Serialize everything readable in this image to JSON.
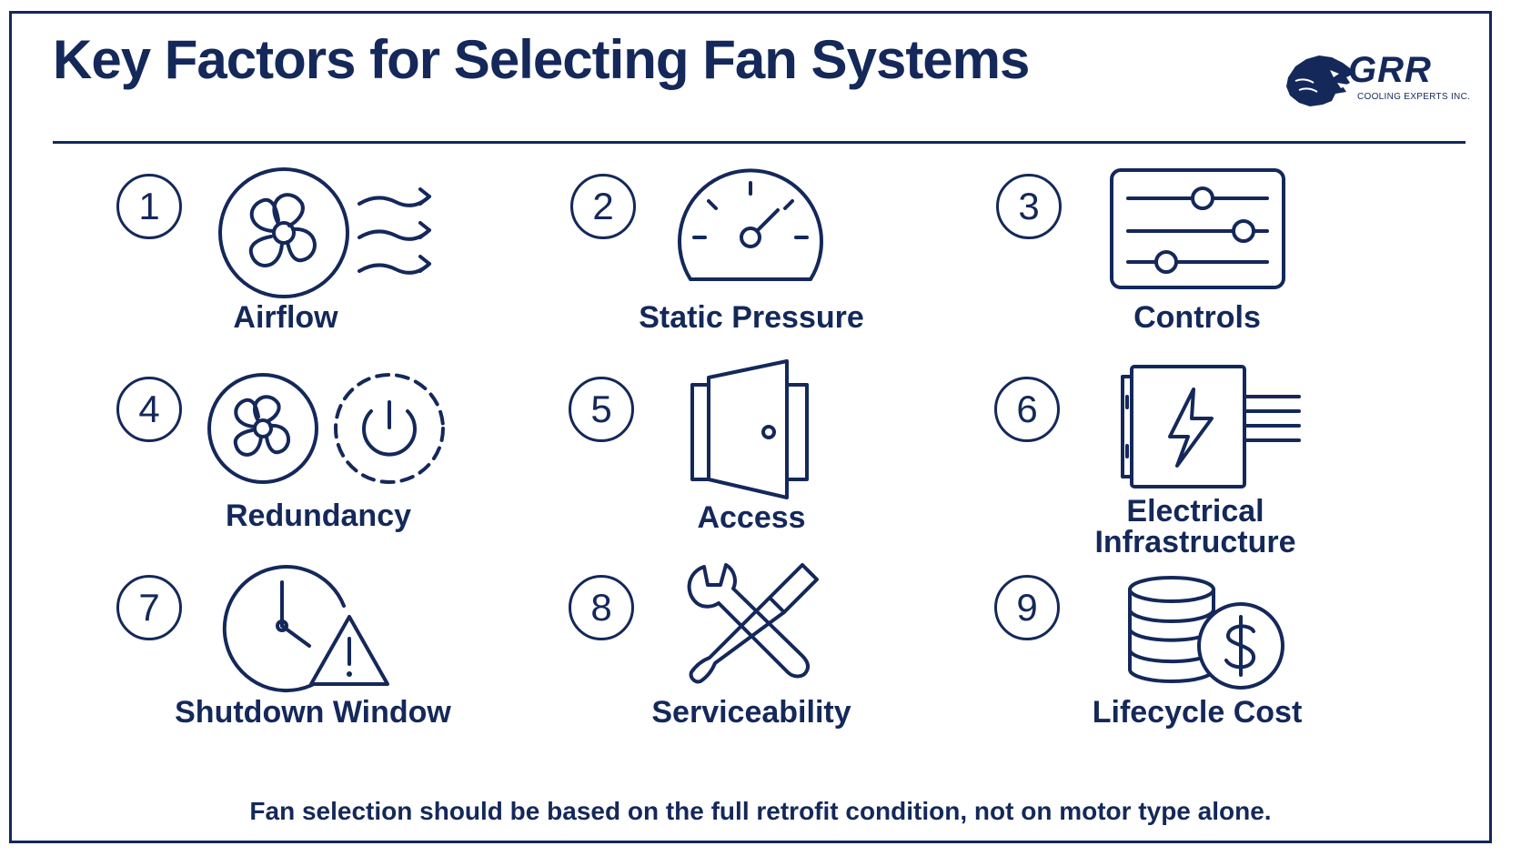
{
  "title": "Key Factors for Selecting Fan Systems",
  "logo": {
    "name": "GRR",
    "tagline": "COOLING EXPERTS INC."
  },
  "factors": [
    {
      "number": "1",
      "label": "Airflow",
      "icon": "fan-airflow-icon"
    },
    {
      "number": "2",
      "label": "Static Pressure",
      "icon": "gauge-icon"
    },
    {
      "number": "3",
      "label": "Controls",
      "icon": "sliders-icon"
    },
    {
      "number": "4",
      "label": "Redundancy",
      "icon": "fan-power-icon"
    },
    {
      "number": "5",
      "label": "Access",
      "icon": "door-icon"
    },
    {
      "number": "6",
      "label_line1": "Electrical",
      "label_line2": "Infrastructure",
      "icon": "electrical-panel-icon"
    },
    {
      "number": "7",
      "label": "Shutdown Window",
      "icon": "clock-warning-icon"
    },
    {
      "number": "8",
      "label": "Serviceability",
      "icon": "tools-icon"
    },
    {
      "number": "9",
      "label": "Lifecycle Cost",
      "icon": "coins-dollar-icon"
    }
  ],
  "footer": "Fan selection should be based on the full retrofit condition, not on motor type alone.",
  "colors": {
    "primary": "#14285a",
    "background": "#ffffff"
  }
}
